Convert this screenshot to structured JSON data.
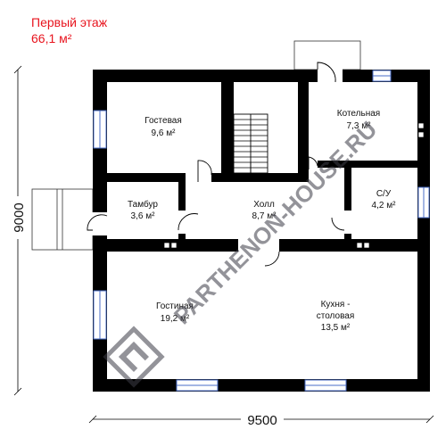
{
  "header": {
    "floor_title": "Первый этаж",
    "total_area": "66,1 м²"
  },
  "rooms": {
    "guest": {
      "name": "Гостевая",
      "area": "9,6 м²"
    },
    "boiler": {
      "name": "Котельная",
      "area": "7,3 м²"
    },
    "vestibule": {
      "name": "Тамбур",
      "area": "3,6 м²"
    },
    "hall": {
      "name": "Холл",
      "area": "8,7 м²"
    },
    "bathroom": {
      "name": "С/У",
      "area": "4,2 м²"
    },
    "living": {
      "name": "Гостиная",
      "area": "19,2 м²"
    },
    "kitchen": {
      "name_line1": "Кухня -",
      "name_line2": "столовая",
      "area": "13,5 м²"
    }
  },
  "dimensions": {
    "width": "9500",
    "height": "9000"
  },
  "watermark": {
    "text": "PARTHENON-HOUSE.RU"
  },
  "colors": {
    "wall": "#000000",
    "header_text": "#e8141e",
    "window": "#4a6ec8",
    "watermark": "#3c3c46"
  }
}
